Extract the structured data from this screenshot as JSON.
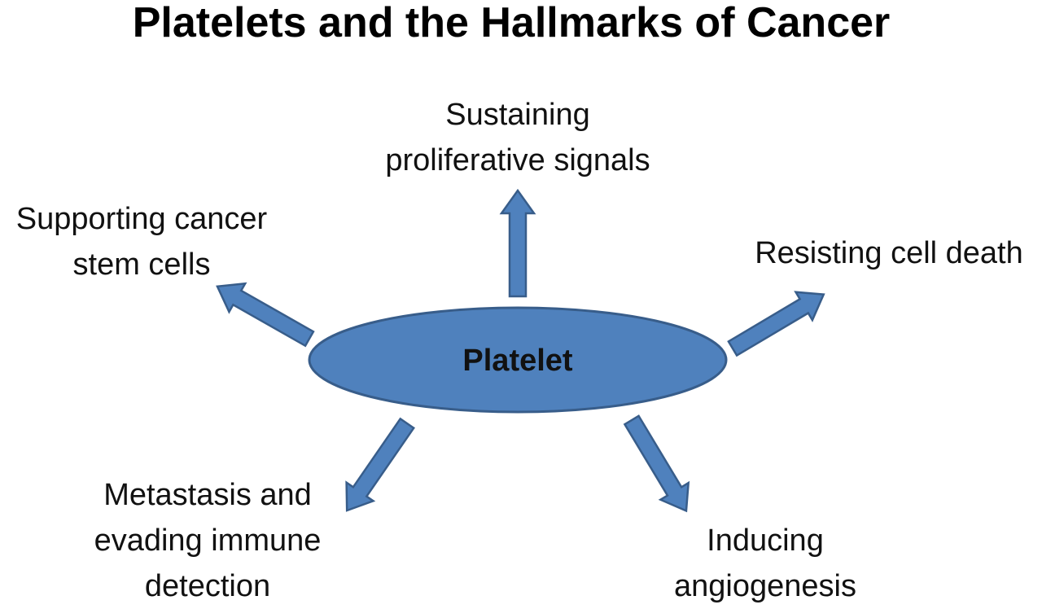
{
  "title": "Platelets and the Hallmarks of Cancer",
  "center": {
    "label": "Platelet"
  },
  "hallmarks": {
    "top": {
      "line1": "Sustaining",
      "line2": "proliferative signals"
    },
    "upper_left": {
      "line1": "Supporting cancer",
      "line2": "stem cells"
    },
    "upper_right": {
      "line1": "Resisting cell death"
    },
    "lower_left": {
      "line1": "Metastasis and",
      "line2": "evading immune",
      "line3": "detection"
    },
    "lower_right": {
      "line1": "Inducing",
      "line2": "angiogenesis"
    }
  },
  "colors": {
    "shape_fill": "#4f81bd",
    "shape_stroke": "#385d8a",
    "text": "#111111"
  }
}
